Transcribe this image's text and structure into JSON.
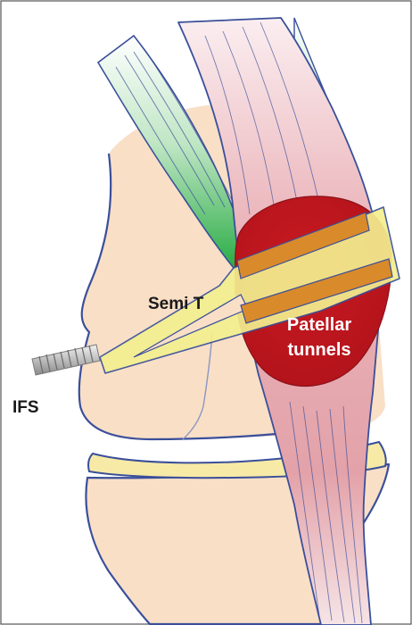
{
  "labels": {
    "semi_t": "Semi T",
    "patellar_line1": "Patellar",
    "patellar_line2": "tunnels",
    "ifs": "IFS"
  },
  "colors": {
    "bone": "#f8dfc6",
    "bone_outline": "#3a4f9a",
    "quadriceps_green": "#34b34a",
    "tendon_pink": "#e7aab0",
    "patella_red": "#c3161d",
    "graft_yellow": "#f3ef8f",
    "tunnel_orange": "#d98a2a",
    "meniscus": "#f7eaa6",
    "screw": "#c8c8c8"
  }
}
